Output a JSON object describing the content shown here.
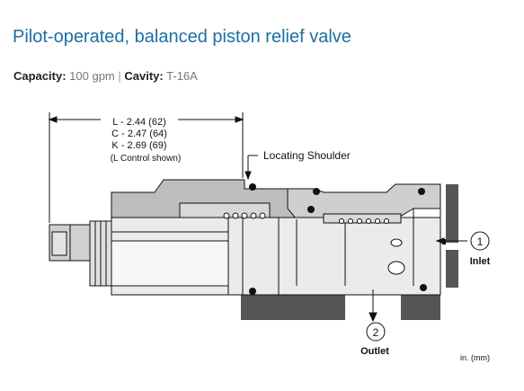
{
  "page": {
    "title": "Pilot-operated, balanced piston relief valve",
    "specs": {
      "capacity_label": "Capacity:",
      "capacity_value": "100 gpm",
      "separator": "|",
      "cavity_label": "Cavity:",
      "cavity_value": "T-16A"
    }
  },
  "drawing": {
    "dimensions": {
      "L": "L - 2.44 (62)",
      "C": "C - 2.47 (64)",
      "K": "K - 2.69 (69)",
      "note": "(L Control shown)"
    },
    "locating_shoulder": "Locating Shoulder",
    "inlet": {
      "number": "1",
      "label": "Inlet"
    },
    "outlet": {
      "number": "2",
      "label": "Outlet"
    },
    "units": "in. (mm)"
  }
}
